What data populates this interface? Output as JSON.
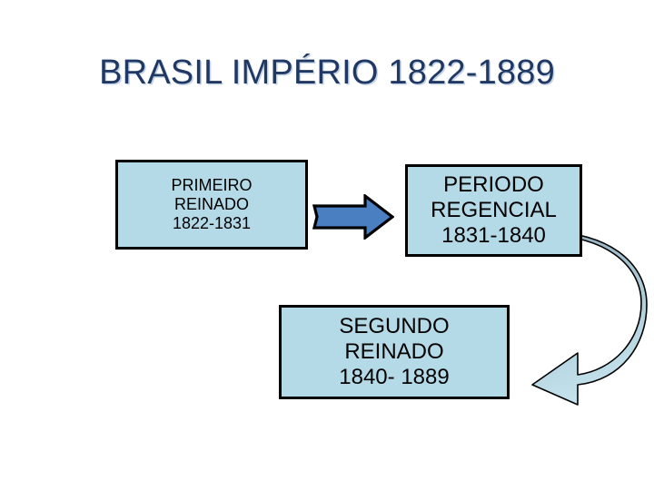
{
  "slide": {
    "title": "BRASIL IMPÉRIO 1822-1889",
    "background_color": "#FFFFFF",
    "title_color": "#1F3864"
  },
  "theme": {
    "box_fill": "#B4DAE7",
    "box_border": "#000000",
    "box_text": "#000000",
    "straight_arrow_fill": "#4A7FC1",
    "straight_arrow_outline": "#000000",
    "curved_arrow_top": "#8FADB8",
    "curved_arrow_bottom": "#BFDFE8",
    "curved_arrow_outline": "#000000"
  },
  "boxes": [
    {
      "id": "primeiro-reinado",
      "line1": "PRIMEIRO",
      "line2": "REINADO",
      "line3": "1822-1831"
    },
    {
      "id": "periodo-regencial",
      "line1": "PERIODO",
      "line2": "REGENCIAL",
      "line3": "1831-1840"
    },
    {
      "id": "segundo-reinado",
      "line1": "SEGUNDO",
      "line2": "REINADO",
      "line3": "1840- 1889"
    }
  ],
  "arrows": [
    {
      "id": "arrow-primeiro-to-regencial",
      "icon": "right-block-arrow-icon",
      "direction": "right"
    },
    {
      "id": "arrow-regencial-to-segundo",
      "icon": "curved-uturn-arrow-icon",
      "direction": "down-left"
    }
  ]
}
